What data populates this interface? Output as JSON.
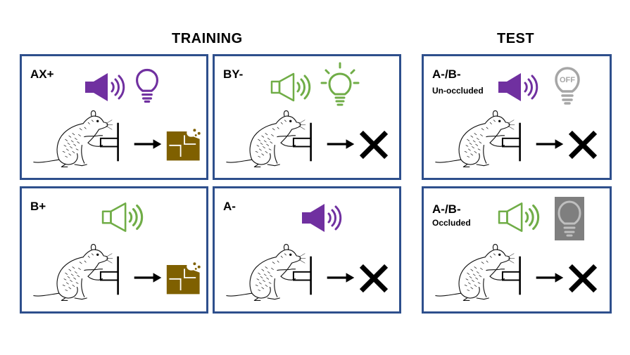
{
  "headers": {
    "training": "TRAINING",
    "test": "TEST"
  },
  "panels": [
    {
      "label": "AX+",
      "sublabel": "",
      "tone": "purple",
      "light": "purple-bulb",
      "outcome": "reward"
    },
    {
      "label": "BY-",
      "sublabel": "",
      "tone": "green",
      "light": "green-lit-bulb",
      "outcome": "none"
    },
    {
      "label": "A-/B-",
      "sublabel": "Un-occluded",
      "tone": "purple",
      "light": "off-bulb",
      "outcome": "none",
      "light_text": "OFF"
    },
    {
      "label": "B+",
      "sublabel": "",
      "tone": "green",
      "light": "",
      "outcome": "reward"
    },
    {
      "label": "A-",
      "sublabel": "",
      "tone": "purple",
      "light": "",
      "outcome": "none"
    },
    {
      "label": "A-/B-",
      "sublabel": "Occluded",
      "tone": "green",
      "light": "occluded-bulb",
      "outcome": "none"
    }
  ],
  "colors": {
    "purple": "#7030a0",
    "green": "#70ad47",
    "border": "#2e4f8c",
    "food": "#7f6000",
    "gray": "#a6a6a6"
  }
}
